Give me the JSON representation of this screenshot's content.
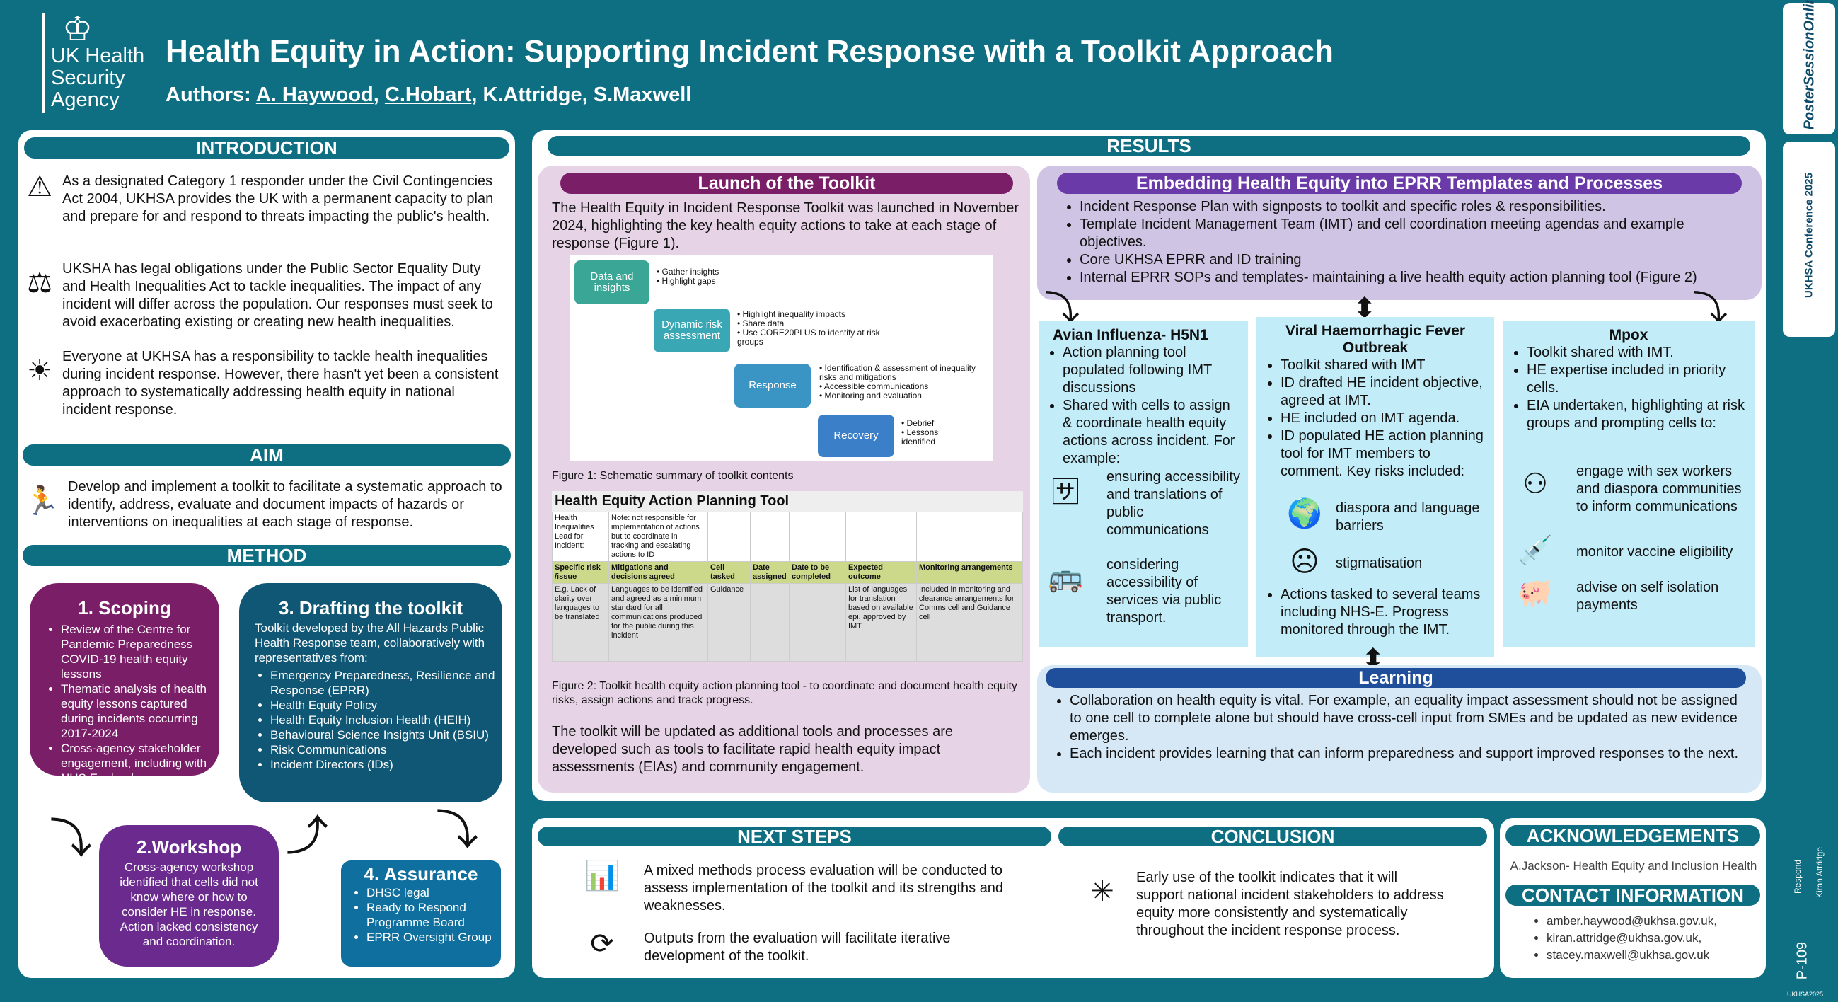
{
  "logo": {
    "crest": "♔",
    "text": "UK Health Security Agency"
  },
  "title": "Health Equity in Action: Supporting Incident Response with a Toolkit Approach",
  "authors": {
    "label": "Authors:",
    "a1": "A. Haywood",
    "a2": "C.Hobart",
    "rest": ", K.Attridge, S.Maxwell"
  },
  "intro": {
    "heading": "INTRODUCTION",
    "p1": "As a designated Category 1 responder under the Civil Contingencies Act 2004, UKHSA provides the UK with a permanent capacity to plan and prepare for and respond to threats impacting the public's health.",
    "p2": "UKSHA has legal obligations under the Public Sector Equality Duty and Health Inequalities Act to tackle inequalities. The impact of any incident will differ across the population. Our responses must seek to avoid exacerbating existing or creating new health inequalities.",
    "p3": "Everyone at UKHSA has a responsibility to tackle health inequalities during incident response. However, there hasn't yet been a consistent approach to systematically addressing health equity in national incident response.",
    "icons": [
      "warning-icon",
      "scales-icon",
      "lightbulb-icon"
    ]
  },
  "aim": {
    "heading": "AIM",
    "text": "Develop and implement a toolkit to facilitate a systematic approach to identify, address, evaluate and document impacts of hazards or interventions on inequalities at each stage of response."
  },
  "method": {
    "heading": "METHOD",
    "scoping": {
      "title": "1. Scoping",
      "items": [
        "Review of the Centre for Pandemic Preparedness COVID-19 health equity lessons",
        "Thematic analysis of health equity lessons captured during incidents occurring 2017-2024",
        "Cross-agency stakeholder engagement, including with NHS England"
      ]
    },
    "drafting": {
      "title": "3. Drafting the toolkit",
      "intro": "Toolkit developed by the All Hazards Public Health Response team, collaboratively with representatives from:",
      "items": [
        "Emergency Preparedness, Resilience and Response  (EPRR)",
        "Health Equity Policy",
        "Health Equity Inclusion Health (HEIH)",
        "Behavioural Science Insights Unit (BSIU)",
        "Risk Communications",
        "Incident Directors (IDs)"
      ]
    },
    "workshop": {
      "title": "2.Workshop",
      "text": "Cross-agency workshop identified that cells did not know where or how to consider HE in response. Action lacked consistency and coordination."
    },
    "assurance": {
      "title": "4. Assurance",
      "items": [
        "DHSC legal",
        "Ready to Respond Programme Board",
        "EPRR Oversight Group"
      ]
    }
  },
  "results": {
    "heading": "RESULTS",
    "launch": {
      "heading": "Launch of the Toolkit",
      "text": "The Health Equity in Incident Response Toolkit was launched in November 2024, highlighting the key health equity actions to take at each stage of response (Figure 1).",
      "flow": [
        {
          "label": "Data and insights",
          "bullets": [
            "Gather insights",
            "Highlight gaps"
          ]
        },
        {
          "label": "Dynamic risk assessment",
          "bullets": [
            "Highlight inequality impacts",
            "Share data",
            "Use CORE20PLUS to identify at risk groups"
          ]
        },
        {
          "label": "Response",
          "bullets": [
            "Identification & assessment of inequality risks and mitigations",
            "Accessible communications",
            "Monitoring and evaluation"
          ]
        },
        {
          "label": "Recovery",
          "bullets": [
            "Debrief",
            "Lessons identified"
          ]
        }
      ],
      "fig1": "Figure 1: Schematic summary of toolkit contents",
      "tool": {
        "title": "Health Equity Action Planning Tool",
        "r1": [
          "Health Inequalities Lead for Incident:",
          "Note: not responsible for implementation of actions but to coordinate in tracking and escalating actions to ID",
          "",
          "",
          "",
          "",
          ""
        ],
        "headers": [
          "Specific risk /issue",
          "Mitigations and decisions agreed",
          "Cell tasked",
          "Date assigned",
          "Date to be completed",
          "Expected outcome",
          "Monitoring arrangements"
        ],
        "r3": [
          "E.g. Lack of clarity over languages to be translated",
          "Languages to be identified and agreed as a minimum standard for all communications produced for the public during this incident",
          "Guidance",
          "",
          "",
          "List of languages for translation based on available epi, approved by IMT",
          "Included in monitoring and clearance arrangements for Comms cell and Guidance cell"
        ]
      },
      "fig2": "Figure 2: Toolkit health equity action planning tool - to coordinate and document health equity risks, assign actions and track progress.",
      "text2": "The toolkit will be updated as additional tools and processes are developed such as tools to facilitate rapid health equity impact assessments (EIAs) and community engagement."
    },
    "embed": {
      "heading": "Embedding Health Equity into EPRR Templates and Processes",
      "items": [
        "Incident Response Plan with signposts to toolkit and specific roles & responsibilities.",
        "Template Incident Management Team (IMT) and cell coordination meeting agendas and example objectives.",
        "Core UKHSA EPRR and ID training",
        "Internal EPRR SOPs and templates- maintaining a live health equity action planning tool (Figure 2)"
      ]
    },
    "avian": {
      "title": "Avian Influenza- H5N1",
      "items": [
        "Action planning tool populated following IMT discussions",
        "Shared with cells to assign & coordinate health equity actions across incident. For example:"
      ],
      "sub": [
        "ensuring accessibility and translations of public communications",
        "considering accessibility of services via public transport."
      ]
    },
    "vhf": {
      "title": "Viral Haemorrhagic Fever Outbreak",
      "items": [
        "Toolkit shared with IMT",
        "ID drafted HE incident objective, agreed at IMT.",
        "HE included on IMT agenda.",
        "ID populated HE action planning tool for IMT members to comment. Key risks included:"
      ],
      "sub": [
        "diaspora and language barriers",
        "stigmatisation"
      ],
      "last": "Actions tasked to several teams including NHS-E. Progress monitored through the IMT."
    },
    "mpox": {
      "title": "Mpox",
      "items": [
        "Toolkit shared with IMT.",
        "HE expertise included in priority cells.",
        "EIA undertaken, highlighting at risk groups and prompting cells to:"
      ],
      "sub": [
        "engage with sex workers and diaspora communities to inform communications",
        "monitor vaccine eligibility",
        "advise on self isolation payments"
      ]
    },
    "learning": {
      "heading": "Learning",
      "items": [
        "Collaboration on health equity is vital. For example, an equality impact assessment should not be assigned to one cell to complete alone but should have cross-cell input from SMEs and be updated as new evidence emerges.",
        "Each incident provides learning that can inform preparedness and support improved responses to the next."
      ]
    }
  },
  "next": {
    "heading": "NEXT STEPS",
    "p1": "A mixed methods process evaluation will be conducted to assess implementation of the toolkit and its strengths and weaknesses.",
    "p2": "Outputs from the evaluation will facilitate iterative development of the toolkit."
  },
  "conclusion": {
    "heading": "CONCLUSION",
    "text": "Early use of the toolkit indicates that it will support national incident stakeholders to address equity more consistently and systematically throughout the incident response process."
  },
  "ack": {
    "heading": "ACKNOWLEDGEMENTS",
    "text": "A.Jackson- Health Equity and Inclusion Health"
  },
  "contact": {
    "heading": "CONTACT INFORMATION",
    "emails": [
      "amber.haywood@ukhsa.gov.uk,",
      "kiran.attridge@ukhsa.gov.uk,",
      "stacey.maxwell@ukhsa.gov.uk"
    ]
  },
  "sidebar": {
    "brand": "PosterSessionOnline",
    "conf": "UKHSA Conference 2025",
    "name1": "Respond",
    "name2": "Kiran Attridge",
    "code": "P-109",
    "tag": "UKHSA2025"
  }
}
